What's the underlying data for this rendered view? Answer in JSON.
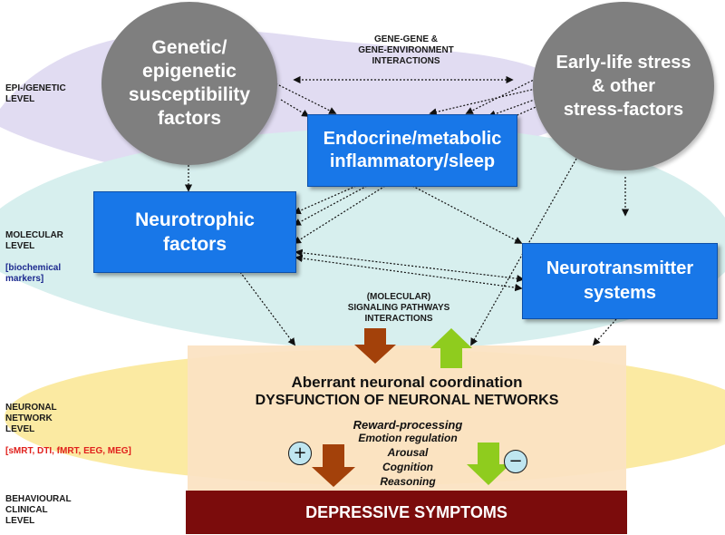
{
  "levels": {
    "epigenetic": "EPI-/GENETIC\nLEVEL",
    "molecular": "MOLECULAR\nLEVEL",
    "molecular_markers": "[biochemical\n markers]",
    "neuronal": "NEURONAL\nNETWORK\nLEVEL",
    "neuronal_methods": "[sMRT, DTI, fMRT, EEG, MEG]",
    "behavioural": "BEHAVIOURAL\nCLINICAL\nLEVEL"
  },
  "nodes": {
    "genetic": "Genetic/\nepigenetic\nsusceptibility\nfactors",
    "stress": "Early-life stress\n& other\nstress-factors",
    "endocrine": "Endocrine/metabolic\ninflammatory/sleep",
    "neurotrophic": "Neurotrophic\nfactors",
    "neurotransmitter": "Neurotransmitter\nsystems"
  },
  "labels": {
    "gene_interactions": "GENE-GENE &\nGENE-ENVIRONMENT\nINTERACTIONS",
    "signaling": "(MOLECULAR)\nSIGNALING PATHWAYS\nINTERACTIONS"
  },
  "network": {
    "title": "Aberrant neuronal coordination",
    "subtitle": "DYSFUNCTION OF NEURONAL NETWORKS",
    "functions": [
      "Reward-processing",
      "Emotion regulation",
      "Arousal",
      "Cognition",
      "Reasoning"
    ],
    "plus": "+",
    "minus": "−"
  },
  "outcome": "DEPRESSIVE SYMPTOMS",
  "colors": {
    "circle": "#7f7f7f",
    "box": "#1877e8",
    "network_panel": "#fbe3c3",
    "outcome": "#7b0c0c",
    "arrow_down": "#a3410a",
    "arrow_up": "#8fcc1e",
    "methods_text": "#e0201c",
    "markers_text": "#1d2a8f"
  }
}
